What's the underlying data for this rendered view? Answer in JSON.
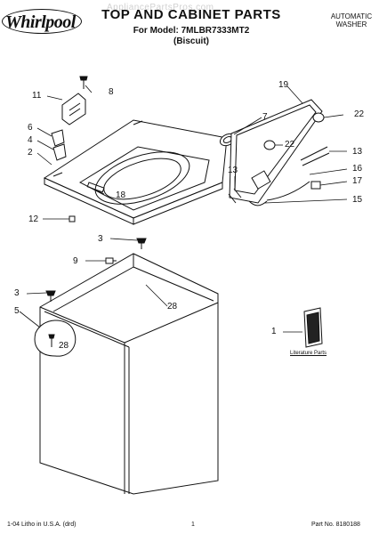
{
  "header": {
    "brand": "Whirlpool",
    "watermark": "AppliancePartsPros.com",
    "title": "TOP AND CABINET PARTS",
    "model_line": "For Model: 7MLBR7333MT2",
    "color_line": "(Biscuit)",
    "product_type_line1": "AUTOMATIC",
    "product_type_line2": "WASHER"
  },
  "callouts": {
    "c8": "8",
    "c11": "11",
    "c6": "6",
    "c4": "4",
    "c2": "2",
    "c12": "12",
    "c18": "18",
    "c7": "7",
    "c19": "19",
    "c22a": "22",
    "c22b": "22",
    "c13a": "13",
    "c13b": "13",
    "c16": "16",
    "c17": "17",
    "c15": "15",
    "c3a": "3",
    "c9": "9",
    "c28a": "28",
    "c3b": "3",
    "c5": "5",
    "c28b": "28",
    "c1": "1"
  },
  "literature_label": "Literature Parts",
  "footer": {
    "left": "1-04 Litho in U.S.A. (drd)",
    "center": "1",
    "right": "Part No. 8180188"
  }
}
